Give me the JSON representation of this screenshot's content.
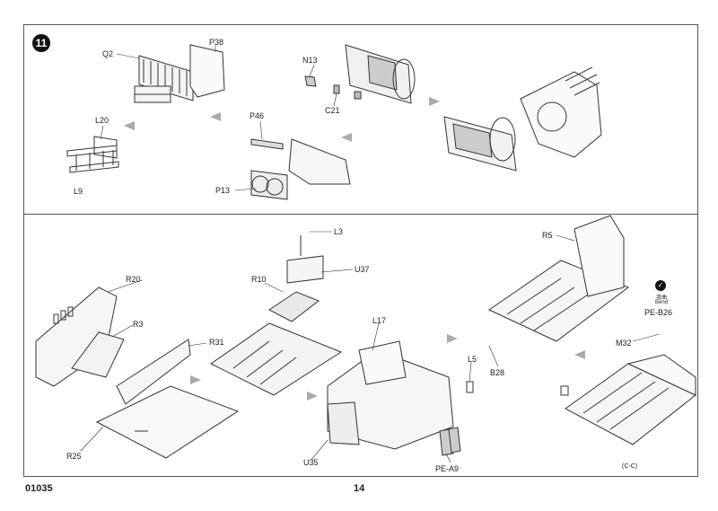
{
  "page": {
    "kit_code": "01035",
    "page_number": "14",
    "step_number": "11"
  },
  "labels": {
    "q2": "Q2",
    "p38": "P38",
    "l20": "L20",
    "l9": "L9",
    "p46": "P46",
    "p13": "P13",
    "n13": "N13",
    "c21": "C21",
    "r20": "R20",
    "r3": "R3",
    "r31": "R31",
    "r25": "R25",
    "r10": "R10",
    "l3": "L3",
    "u37": "U37",
    "l17": "L17",
    "l5": "L5",
    "u35": "U35",
    "pe_a9": "PE-A9",
    "r5": "R5",
    "b28": "B28",
    "pe_b26": "PE-B26",
    "m32": "M32",
    "cc": "(C-C)"
  },
  "bend_note": {
    "cn": "弯曲",
    "en": "Bend"
  },
  "colors": {
    "ink": "#222222",
    "arrow_gray": "#aaaaaa",
    "badge": "#111111"
  }
}
